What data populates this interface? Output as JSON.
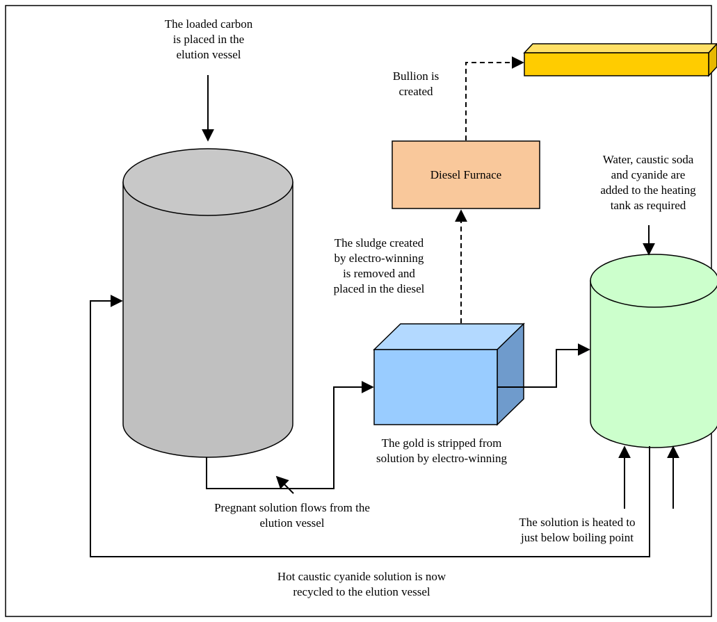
{
  "labels": {
    "loaded_carbon": [
      "The loaded carbon",
      "is placed in the",
      "elution vessel"
    ],
    "bullion": [
      "Bullion is",
      "created"
    ],
    "furnace": "Diesel Furnace",
    "chemicals": [
      "Water, caustic soda",
      "and cyanide are",
      "added to the heating",
      "tank as required"
    ],
    "sludge": [
      "The sludge created",
      "by electro-winning",
      "is removed and",
      "placed in the diesel"
    ],
    "stripped": [
      "The gold is stripped from",
      "solution by electro-winning"
    ],
    "pregnant": [
      "Pregnant solution flows from the",
      "elution vessel"
    ],
    "heated": [
      "The solution is heated to",
      "just below boiling point"
    ],
    "recycled": [
      "Hot caustic cyanide solution is now",
      "recycled to the elution vessel"
    ]
  },
  "colors": {
    "elution_vessel_body": "#c0c0c0",
    "elution_vessel_top": "#c8c8c8",
    "furnace": "#f9c89b",
    "cell_front": "#99ccff",
    "cell_top": "#b3d9ff",
    "cell_side": "#6f9bcc",
    "heating_tank": "#ccffcc",
    "bullion_front": "#ffcc00",
    "bullion_top": "#ffe066",
    "bullion_side": "#e6b800"
  }
}
